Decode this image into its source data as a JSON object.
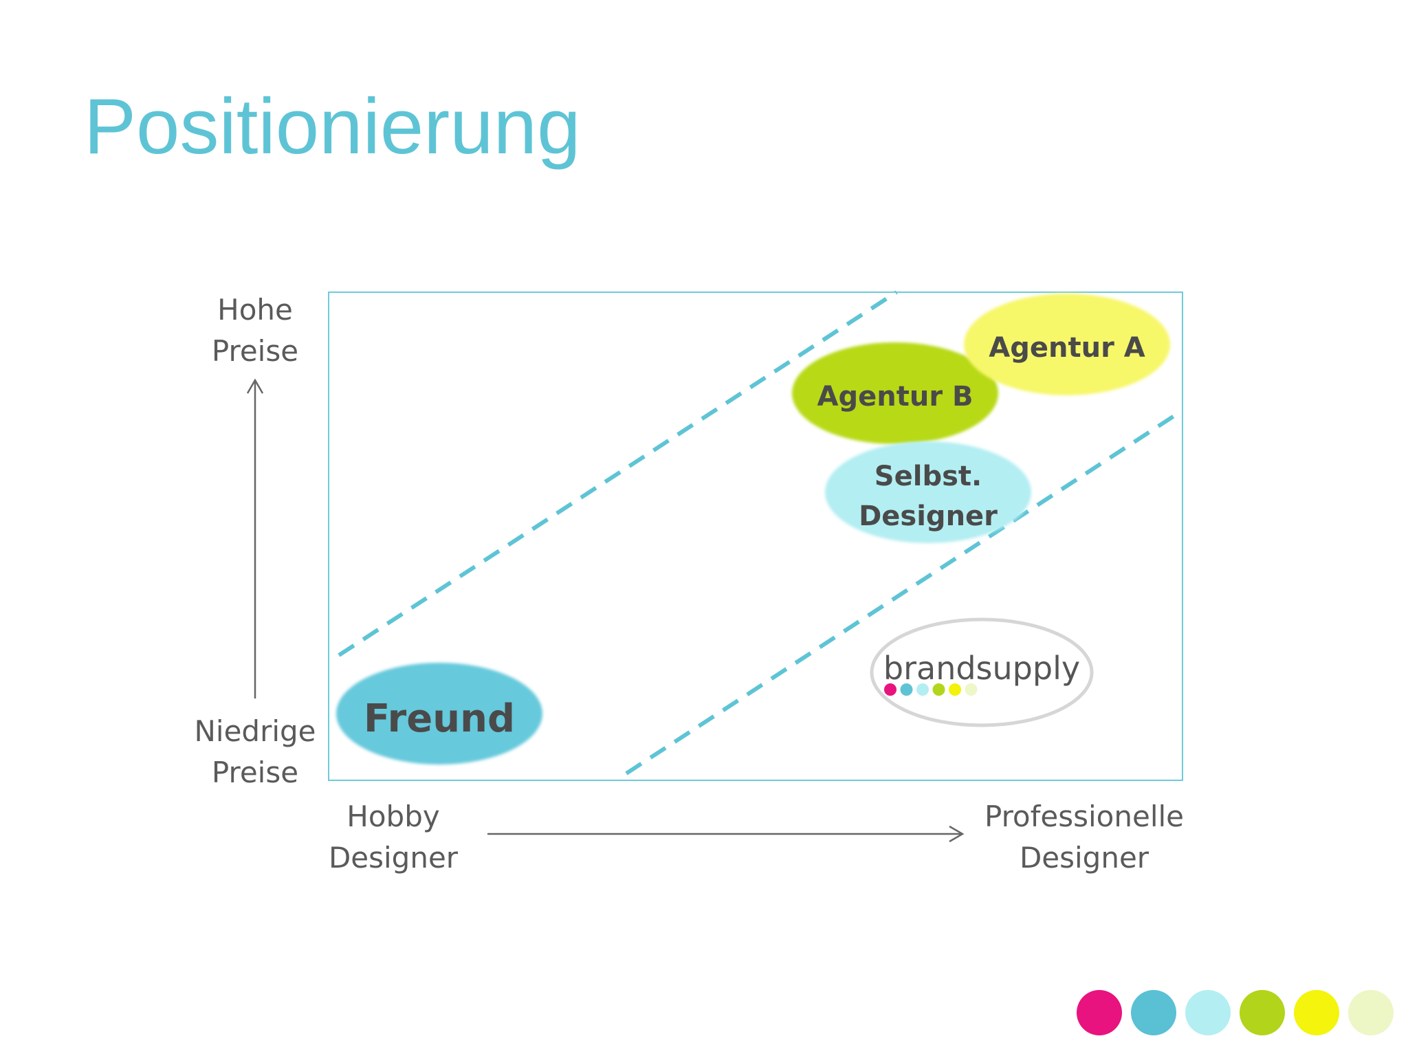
{
  "title": "Positionierung",
  "y_axis": {
    "top_line1": "Hohe",
    "top_line2": "Preise",
    "bottom_line1": "Niedrige",
    "bottom_line2": "Preise"
  },
  "x_axis": {
    "left_line1": "Hobby",
    "left_line2": "Designer",
    "right_line1": "Professionelle",
    "right_line2": "Designer"
  },
  "bubbles": {
    "agentur_a": {
      "label": "Agentur A",
      "color": "#f7f76a"
    },
    "agentur_b": {
      "label": "Agentur B",
      "color": "#b8d918"
    },
    "selbst_designer": {
      "line1": "Selbst.",
      "line2": "Designer",
      "color": "#b3eef2"
    },
    "freund": {
      "label": "Freund",
      "color": "#66c9dc"
    }
  },
  "brandsupply_logo": {
    "text": "brandsupply",
    "dot_colors": [
      "#e8137e",
      "#5ec4d5",
      "#b3eef2",
      "#b3d61c",
      "#f2f20a",
      "#eef7c8"
    ]
  },
  "colors": {
    "accent": "#5ec4d5",
    "frame": "#6fcad8",
    "dashed_band": "#5ec4d5"
  },
  "footer_dots": [
    "#e8137e",
    "#5ac0d4",
    "#b3eef2",
    "#b2d41a",
    "#f4f40d",
    "#edf6c5"
  ]
}
